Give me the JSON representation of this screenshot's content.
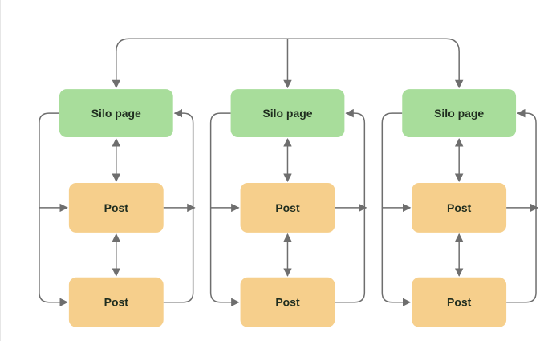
{
  "colors": {
    "silo_fill": "#a8dd9b",
    "post_fill": "#f6cf8c",
    "line": "#6e6e6e",
    "text": "#1f2d1f",
    "background": "#ffffff"
  },
  "silos": [
    {
      "silo_label": "Silo page",
      "posts": [
        {
          "label": "Post"
        },
        {
          "label": "Post"
        }
      ]
    },
    {
      "silo_label": "Silo page",
      "posts": [
        {
          "label": "Post"
        },
        {
          "label": "Post"
        }
      ]
    },
    {
      "silo_label": "Silo page",
      "posts": [
        {
          "label": "Post"
        },
        {
          "label": "Post"
        }
      ]
    }
  ]
}
